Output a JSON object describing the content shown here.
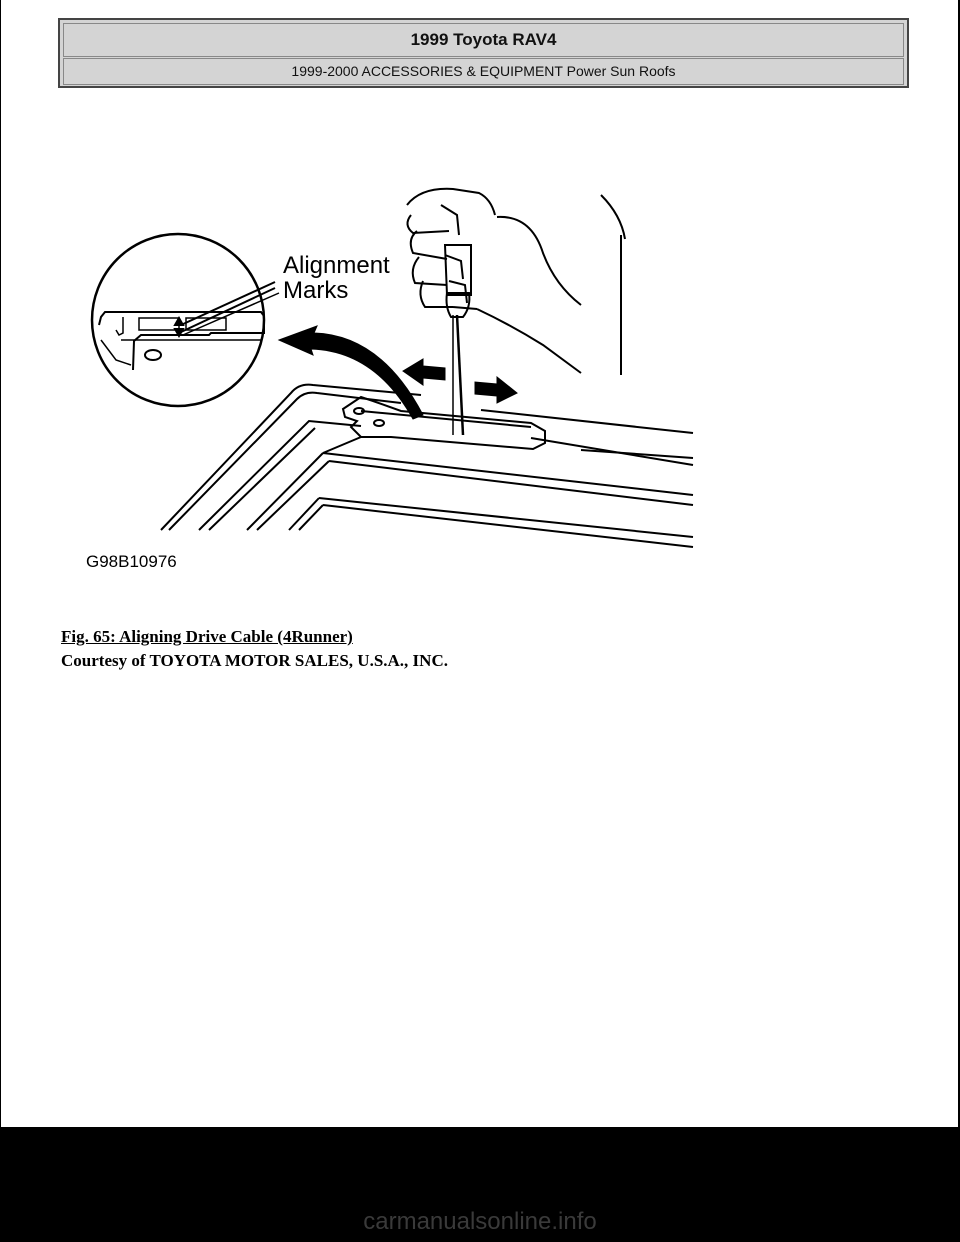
{
  "header": {
    "title": "1999 Toyota RAV4",
    "subtitle": "1999-2000 ACCESSORIES & EQUIPMENT Power Sun Roofs"
  },
  "figure": {
    "callout_line1": "Alignment",
    "callout_line2": "Marks",
    "figure_code": "G98B10976"
  },
  "caption": "Fig. 65: Aligning Drive Cable (4Runner)",
  "courtesy": "Courtesy of TOYOTA MOTOR SALES, U.S.A., INC.",
  "watermark": "carmanualsonline.info"
}
